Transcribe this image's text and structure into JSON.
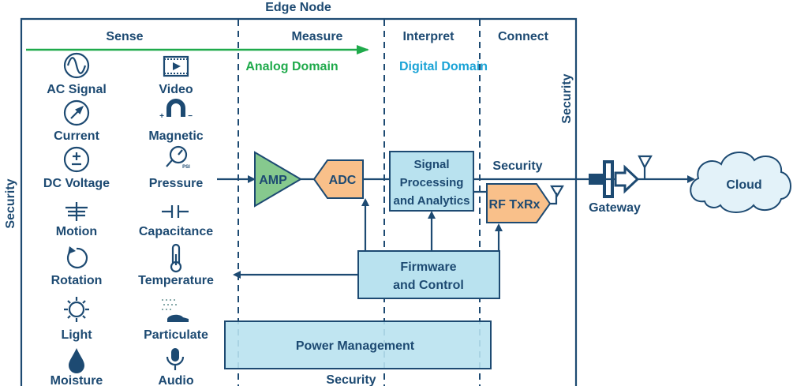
{
  "title": "Edge Node",
  "stages": [
    "Sense",
    "Measure",
    "Interpret",
    "Connect"
  ],
  "domains": {
    "analog": "Analog Domain",
    "digital": "Digital Domain"
  },
  "colors": {
    "navy": "#1d4a72",
    "analog_green": "#1faa4b",
    "digital_blue": "#1aa3d6",
    "block_blue": "#b9e2ef",
    "block_orange": "#f9c08a",
    "amp_green": "#86c98e"
  },
  "sensors_left": [
    {
      "label": "AC Signal",
      "icon": "sine-wave-icon"
    },
    {
      "label": "Current",
      "icon": "gauge-needle-icon"
    },
    {
      "label": "DC Voltage",
      "icon": "plus-minus-icon"
    },
    {
      "label": "Motion",
      "icon": "motion-icon"
    },
    {
      "label": "Rotation",
      "icon": "rotation-icon"
    },
    {
      "label": "Light",
      "icon": "sun-icon"
    },
    {
      "label": "Moisture",
      "icon": "droplet-icon"
    }
  ],
  "sensors_right": [
    {
      "label": "Video",
      "icon": "video-icon"
    },
    {
      "label": "Magnetic",
      "icon": "magnet-icon"
    },
    {
      "label": "Pressure",
      "icon": "pressure-gauge-icon"
    },
    {
      "label": "Capacitance",
      "icon": "capacitor-icon"
    },
    {
      "label": "Temperature",
      "icon": "thermometer-icon"
    },
    {
      "label": "Particulate",
      "icon": "particulate-icon"
    },
    {
      "label": "Audio",
      "icon": "microphone-icon"
    }
  ],
  "pressure_icon_text": "PSI",
  "magnet_poles": [
    "+",
    "−"
  ],
  "blocks": {
    "amp": "AMP",
    "adc": "ADC",
    "signal_processing": [
      "Signal",
      "Processing",
      "and Analytics"
    ],
    "rf": "RF TxRx",
    "firmware": [
      "Firmware",
      "and Control"
    ],
    "power": "Power Management",
    "gateway": "Gateway",
    "cloud": "Cloud"
  },
  "security": {
    "left": "Security",
    "right": "Security",
    "link": "Security",
    "bottom": "Security"
  }
}
